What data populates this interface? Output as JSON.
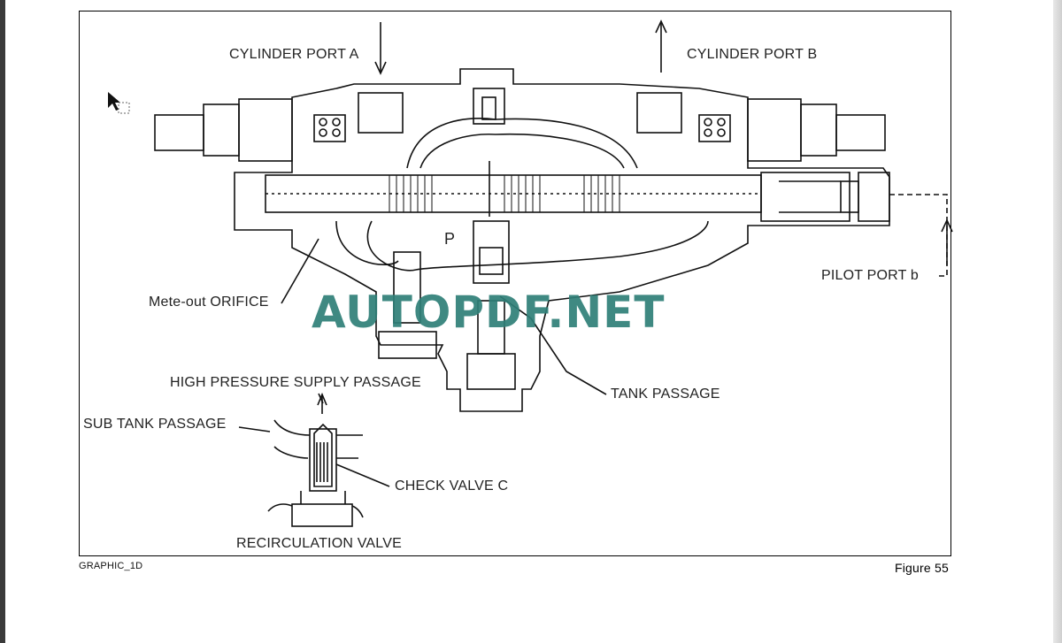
{
  "labels": {
    "cylinder_port_a": "CYLINDER PORT A",
    "cylinder_port_b": "CYLINDER PORT B",
    "pressure_port": "P",
    "mete_out_orifice": "Mete-out ORIFICE",
    "pilot_port_b": "PILOT PORT b",
    "tank_passage": "TANK PASSAGE",
    "high_pressure_supply_passage": "HIGH PRESSURE SUPPLY PASSAGE",
    "sub_tank_passage": "SUB TANK PASSAGE",
    "check_valve_c": "CHECK VALVE C",
    "recirculation_valve": "RECIRCULATION VALVE"
  },
  "watermark": "AUTOPDF.NET",
  "footer": {
    "graphic_id": "GRAPHIC_1D",
    "figure_caption": "Figure 55"
  },
  "colors": {
    "watermark": "#2f7f78",
    "line": "#111111"
  }
}
